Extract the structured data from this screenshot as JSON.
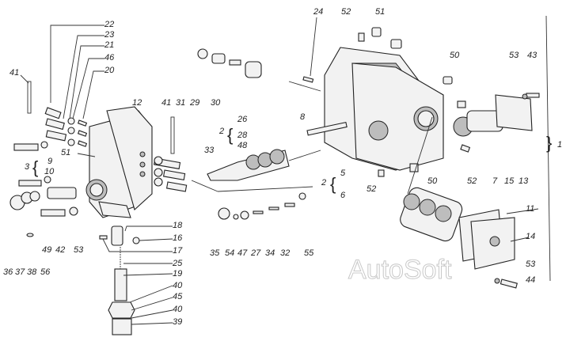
{
  "figure": {
    "watermark": "AutoSoft",
    "labels": [
      "22",
      "23",
      "21",
      "46",
      "20",
      "41",
      "12",
      "41",
      "31",
      "29",
      "30",
      "26",
      "2",
      "28",
      "48",
      "33",
      "51",
      "3",
      "9",
      "10",
      "18",
      "16",
      "17",
      "25",
      "19",
      "40",
      "45",
      "40",
      "39",
      "49",
      "42",
      "53",
      "36",
      "37",
      "38",
      "56",
      "35",
      "54",
      "47",
      "27",
      "34",
      "32",
      "55",
      "24",
      "52",
      "51",
      "50",
      "53",
      "43",
      "8",
      "5",
      "2",
      "52",
      "50",
      "52",
      "7",
      "15",
      "13",
      "6",
      "11",
      "14",
      "53",
      "44",
      "1"
    ]
  }
}
